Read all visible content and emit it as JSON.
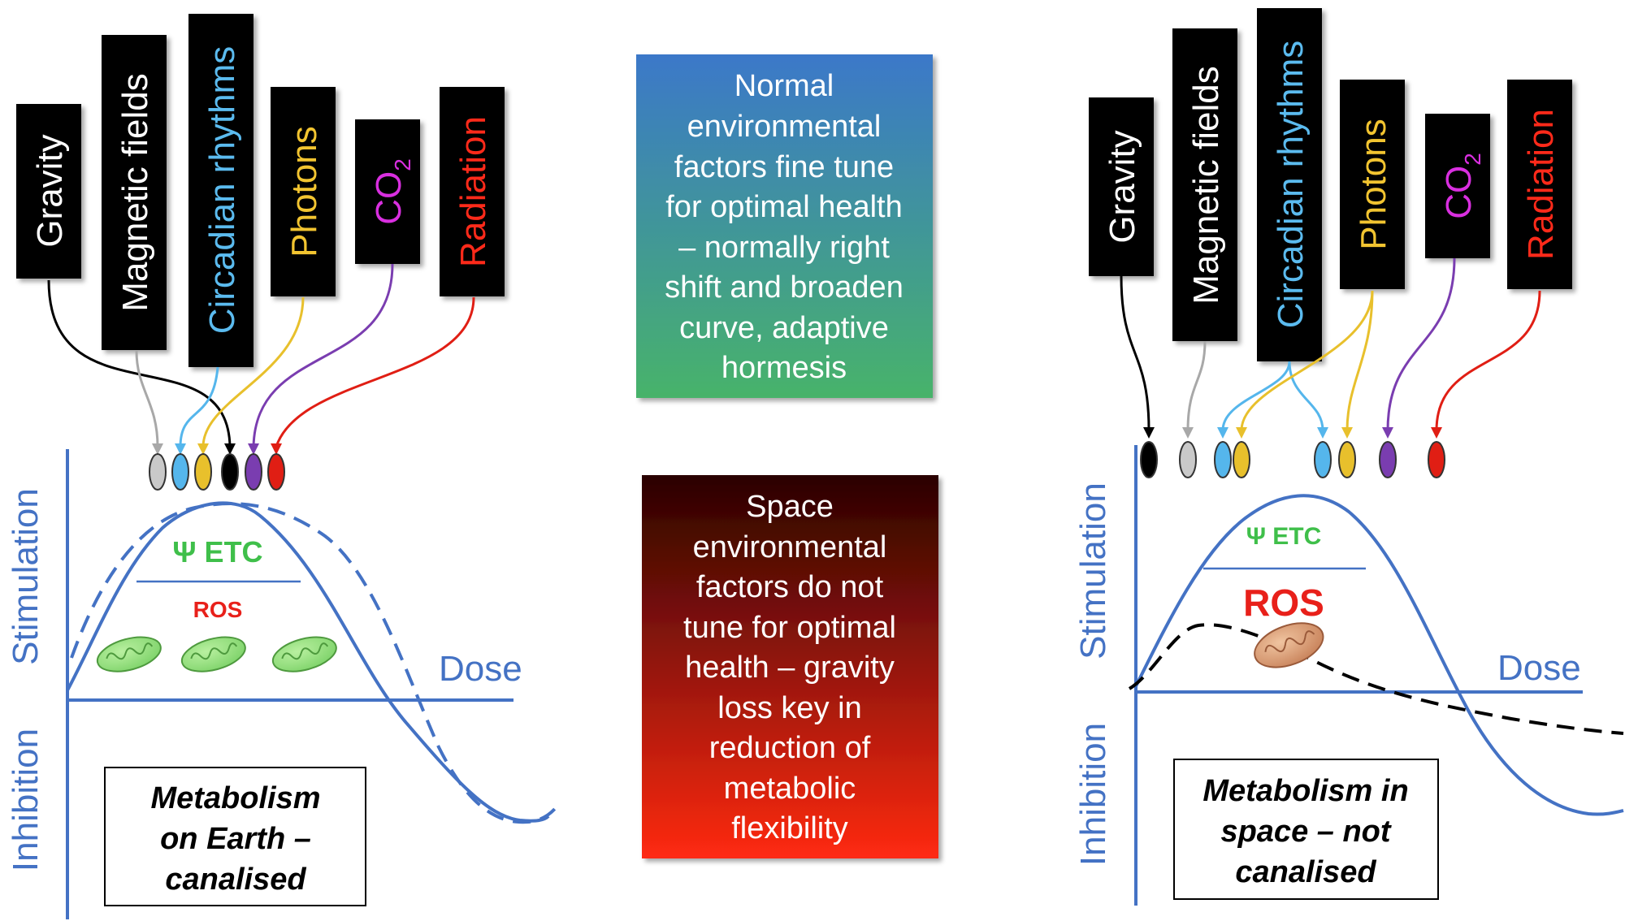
{
  "factors": [
    {
      "label": "Gravity",
      "color": "#ffffff"
    },
    {
      "label": "Magnetic fields",
      "color": "#ffffff"
    },
    {
      "label": "Circadian rhythms",
      "color": "#5bbbef"
    },
    {
      "label": "Photons",
      "color": "#f2c430"
    },
    {
      "label": "CO",
      "subscript": "2",
      "color": "#d92fe0"
    },
    {
      "label": "Radiation",
      "color": "#ff2a1a"
    }
  ],
  "arrow_colors": {
    "gravity": "#000000",
    "magnetic": "#a8a8a8",
    "circadian": "#55b6ec",
    "photons": "#e8c02c",
    "co2": "#7a3db0",
    "radiation": "#e01e14"
  },
  "curve_color": "#4472c4",
  "left_panel": {
    "y_upper": "Stimulation",
    "y_lower": "Inhibition",
    "x_label": "Dose",
    "etc_label": "Ψ ETC",
    "ros_label": "ROS",
    "caption": [
      "Metabolism",
      "on Earth –",
      "canalised"
    ]
  },
  "right_panel": {
    "y_upper": "Stimulation",
    "y_lower": "Inhibition",
    "x_label": "Dose",
    "etc_label": "Ψ ETC",
    "ros_label": "ROS",
    "caption": [
      "Metabolism in",
      "space – not",
      "canalised"
    ]
  },
  "center_top": {
    "lines": [
      "Normal",
      "environmental",
      "factors fine tune",
      "for optimal health",
      "– normally right",
      "shift and broaden",
      "curve, adaptive",
      "hormesis"
    ],
    "gradient": [
      "#3b78c9",
      "#47b36a"
    ]
  },
  "center_bottom": {
    "lines": [
      "Space",
      "environmental",
      "factors do not",
      "tune for optimal",
      "health – gravity",
      "loss key in",
      "reduction of",
      "metabolic",
      "flexibility"
    ],
    "gradient": [
      "#2a0202",
      "#ff2a12"
    ]
  },
  "colors": {
    "etc_green": "#3fbf4a",
    "ros_red": "#e8201a",
    "mito_green": "#7ed36a",
    "mito_brown": "#c8825a"
  }
}
